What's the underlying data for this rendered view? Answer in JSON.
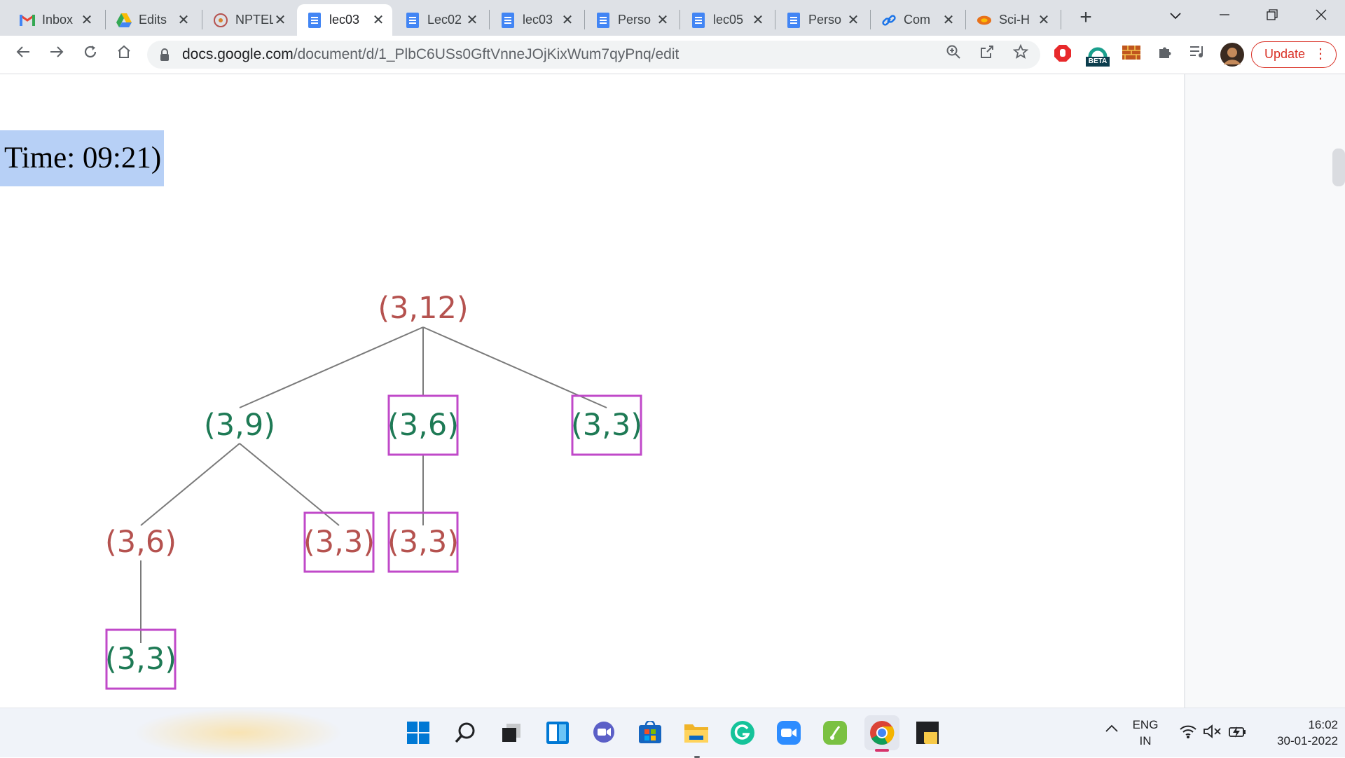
{
  "browser": {
    "tabs": [
      {
        "title": "Inbox",
        "icon": "gmail-icon",
        "active": false
      },
      {
        "title": "Edits",
        "icon": "google-drive-icon",
        "active": false
      },
      {
        "title": "NPTEL",
        "icon": "nptel-icon",
        "active": false
      },
      {
        "title": "lec03",
        "icon": "google-docs-icon",
        "active": true
      },
      {
        "title": "Lec02",
        "icon": "google-docs-icon",
        "active": false
      },
      {
        "title": "lec03",
        "icon": "google-docs-icon",
        "active": false
      },
      {
        "title": "Perso",
        "icon": "google-docs-icon",
        "active": false
      },
      {
        "title": "lec05",
        "icon": "google-docs-icon",
        "active": false
      },
      {
        "title": "Perso",
        "icon": "google-docs-icon",
        "active": false
      },
      {
        "title": "Com",
        "icon": "link-icon",
        "active": false
      },
      {
        "title": "Sci-H",
        "icon": "sci-hub-icon",
        "active": false
      }
    ],
    "close_glyph": "✕",
    "new_tab_glyph": "+",
    "url_domain": "docs.google.com",
    "url_path": "/document/d/1_PlbC6USs0GftVnneJOjKixWum7qyPnq/edit",
    "extension_badge": "BETA",
    "update_label": "Update"
  },
  "document": {
    "time_label": "Time: 09:21)",
    "tree": {
      "colors": {
        "red": "#b5524f",
        "green": "#1e7a55",
        "box": "#c049c9",
        "edge": "#7a7a7a"
      },
      "nodes": [
        {
          "id": "root",
          "label": "(3,12)",
          "color": "red",
          "boxed": false
        },
        {
          "id": "n39",
          "label": "(3,9)",
          "color": "green",
          "boxed": false
        },
        {
          "id": "n36a",
          "label": "(3,6)",
          "color": "green",
          "boxed": true
        },
        {
          "id": "n33a",
          "label": "(3,3)",
          "color": "green",
          "boxed": true
        },
        {
          "id": "n36b",
          "label": "(3,6)",
          "color": "red",
          "boxed": false
        },
        {
          "id": "n33b",
          "label": "(3,3)",
          "color": "red",
          "boxed": true
        },
        {
          "id": "n33c",
          "label": "(3,3)",
          "color": "red",
          "boxed": true
        },
        {
          "id": "n33d",
          "label": "(3,3)",
          "color": "green",
          "boxed": true
        }
      ],
      "edges": [
        [
          "root",
          "n39"
        ],
        [
          "root",
          "n36a"
        ],
        [
          "root",
          "n33a"
        ],
        [
          "n39",
          "n36b"
        ],
        [
          "n39",
          "n33b"
        ],
        [
          "n36a",
          "n33c"
        ],
        [
          "n36b",
          "n33d"
        ]
      ]
    }
  },
  "taskbar": {
    "apps": [
      "windows-start-icon",
      "search-icon",
      "task-view-icon",
      "widgets-icon",
      "teams-chat-icon",
      "microsoft-store-icon",
      "file-explorer-icon",
      "grammarly-icon",
      "zoom-icon",
      "evernote-icon",
      "chrome-icon",
      "sticky-notes-icon"
    ],
    "lang_top": "ENG",
    "lang_bottom": "IN",
    "time": "16:02",
    "date": "30-01-2022"
  }
}
